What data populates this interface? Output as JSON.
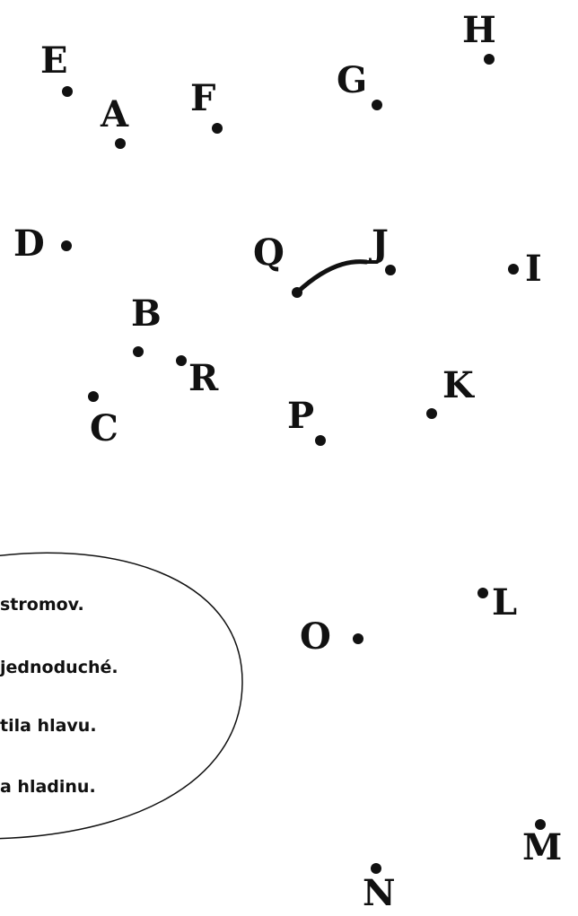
{
  "points": [
    {
      "label": "E"
    },
    {
      "label": "A"
    },
    {
      "label": "F"
    },
    {
      "label": "G"
    },
    {
      "label": "H"
    },
    {
      "label": "D"
    },
    {
      "label": "Q"
    },
    {
      "label": "J"
    },
    {
      "label": "I"
    },
    {
      "label": "B"
    },
    {
      "label": "R"
    },
    {
      "label": "C"
    },
    {
      "label": "P"
    },
    {
      "label": "K"
    },
    {
      "label": "L"
    },
    {
      "label": "O"
    },
    {
      "label": "M"
    },
    {
      "label": "N"
    }
  ],
  "oval": {
    "lines": [
      "stromov.",
      "jednoduché.",
      "tila hlavu.",
      "a hladinu."
    ]
  }
}
